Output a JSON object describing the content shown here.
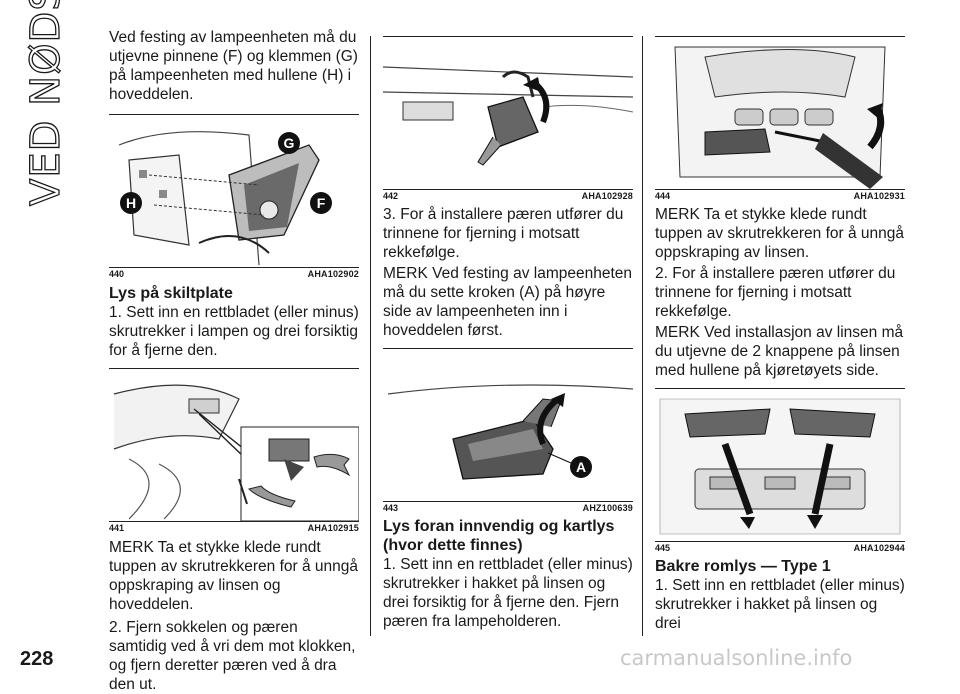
{
  "sidebar": {
    "section_title": "VED NØDSFALL"
  },
  "col1": {
    "intro": "Ved festing av lampeenheten må du utjevne pinnene (F) og klemmen (G) på lampeenheten med hullene (H) i hoveddelen.",
    "fig440": {
      "number": "440",
      "code": "AHA102902",
      "callouts": [
        "G",
        "H",
        "F"
      ]
    },
    "heading": "Lys på skiltplate",
    "step1": "1. Sett inn en rettbladet (eller minus) skrutrekker i lampen og drei forsiktig for å fjerne den.",
    "fig441": {
      "number": "441",
      "code": "AHA102915"
    },
    "note": "MERK Ta et stykke klede rundt tuppen av skrutrekkeren for å unngå oppskraping av linsen og hoveddelen.",
    "step2": "2. Fjern sokkelen og pæren samtidig ved å vri dem mot klokken, og fjern deretter pæren ved å dra den ut."
  },
  "col2": {
    "fig442": {
      "number": "442",
      "code": "AHA102928"
    },
    "step3": "3. For å installere pæren utfører du trinnene for fjerning i motsatt rekkefølge.",
    "note": "MERK Ved festing av lampeenheten må du sette kroken (A) på høyre side av lampeenheten inn i hoveddelen først.",
    "fig443": {
      "number": "443",
      "code": "AHZ100639",
      "callouts": [
        "A"
      ]
    },
    "heading": "Lys foran innvendig og kartlys (hvor dette finnes)",
    "step1": "1. Sett inn en rettbladet (eller minus) skrutrekker i hakket på linsen og drei forsiktig for å fjerne den. Fjern pæren fra lampeholderen."
  },
  "col3": {
    "fig444": {
      "number": "444",
      "code": "AHA102931"
    },
    "note1": "MERK Ta et stykke klede rundt tuppen av skrutrekkeren for å unngå oppskraping av linsen.",
    "step2": "2. For å installere pæren utfører du trinnene for fjerning i motsatt rekkefølge.",
    "note2": "MERK Ved installasjon av linsen må du utjevne de 2 knappene på linsen med hullene på kjøretøyets side.",
    "fig445": {
      "number": "445",
      "code": "AHA102944"
    },
    "heading": "Bakre romlys — Type 1",
    "step1": "1. Sett inn en rettbladet (eller minus) skrutrekker i hakket på linsen og drei"
  },
  "footer": {
    "page_number": "228",
    "watermark": "carmanualsonline.info"
  }
}
